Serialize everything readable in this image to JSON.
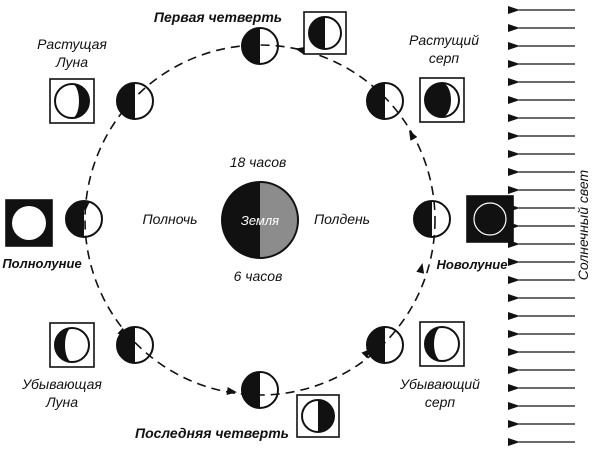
{
  "labels": {
    "first_quarter": "Первая четверть",
    "last_quarter": "Последняя четверть",
    "waxing_crescent_1": "Растущий",
    "waxing_crescent_2": "серп",
    "waxing_gibbous_1": "Растущая",
    "waxing_gibbous_2": "Луна",
    "full_moon": "Полнолуние",
    "new_moon": "Новолуние",
    "waning_gibbous_1": "Убывающая",
    "waning_gibbous_2": "Луна",
    "waning_crescent_1": "Убывающий",
    "waning_crescent_2": "серп",
    "earth": "Земля",
    "hours_18": "18 часов",
    "hours_6": "6 часов",
    "midnight": "Полночь",
    "noon": "Полдень",
    "sunlight": "Солнечный свет"
  },
  "colors": {
    "ink": "#111111",
    "earth_day": "#8c8c8c",
    "paper": "#ffffff"
  }
}
